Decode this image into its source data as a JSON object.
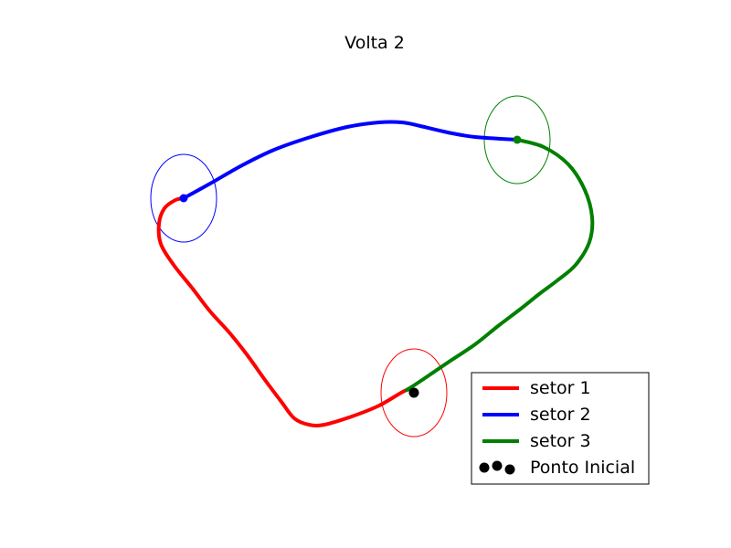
{
  "chart_data": {
    "type": "line",
    "title": "Volta 2",
    "grid": false,
    "axes_visible": false,
    "legend_position": "lower-right",
    "series": [
      {
        "name": "setor 1",
        "color": "#ff0000",
        "points": [
          [
            453,
            430
          ],
          [
            445,
            427
          ],
          [
            415,
            444
          ],
          [
            385,
            456
          ],
          [
            355,
            465
          ],
          [
            338,
            465
          ],
          [
            322,
            458
          ],
          [
            308,
            440
          ],
          [
            290,
            416
          ],
          [
            270,
            388
          ],
          [
            250,
            363
          ],
          [
            230,
            341
          ],
          [
            210,
            315
          ],
          [
            190,
            290
          ],
          [
            176,
            267
          ],
          [
            174,
            245
          ],
          [
            180,
            228
          ],
          [
            192,
            219
          ],
          [
            201,
            217
          ]
        ]
      },
      {
        "name": "setor 2",
        "color": "#0000ff",
        "points": [
          [
            201,
            217
          ],
          [
            230,
            201
          ],
          [
            265,
            181
          ],
          [
            300,
            164
          ],
          [
            340,
            150
          ],
          [
            380,
            139
          ],
          [
            415,
            134
          ],
          [
            440,
            134
          ],
          [
            460,
            138
          ],
          [
            490,
            145
          ],
          [
            520,
            150
          ],
          [
            566,
            153
          ]
        ]
      },
      {
        "name": "setor 3",
        "color": "#008000",
        "points": [
          [
            566,
            153
          ],
          [
            595,
            161
          ],
          [
            622,
            180
          ],
          [
            640,
            208
          ],
          [
            648,
            238
          ],
          [
            645,
            265
          ],
          [
            630,
            290
          ],
          [
            610,
            307
          ],
          [
            590,
            322
          ],
          [
            570,
            338
          ],
          [
            545,
            357
          ],
          [
            520,
            377
          ],
          [
            490,
            397
          ],
          [
            465,
            414
          ],
          [
            453,
            422
          ],
          [
            445,
            427
          ]
        ]
      }
    ],
    "sector_markers": [
      {
        "label": "setor 1",
        "color": "#ff0000",
        "center": [
          453,
          430
        ],
        "rx": 36,
        "ry": 48
      },
      {
        "label": "setor 2",
        "color": "#0000ff",
        "center": [
          201,
          217
        ],
        "rx": 36,
        "ry": 48
      },
      {
        "label": "setor 3",
        "color": "#008000",
        "center": [
          566,
          153
        ],
        "rx": 36,
        "ry": 48
      }
    ],
    "start_point": {
      "label": "Ponto Inicial",
      "color": "#000000",
      "point": [
        453,
        430
      ]
    }
  }
}
